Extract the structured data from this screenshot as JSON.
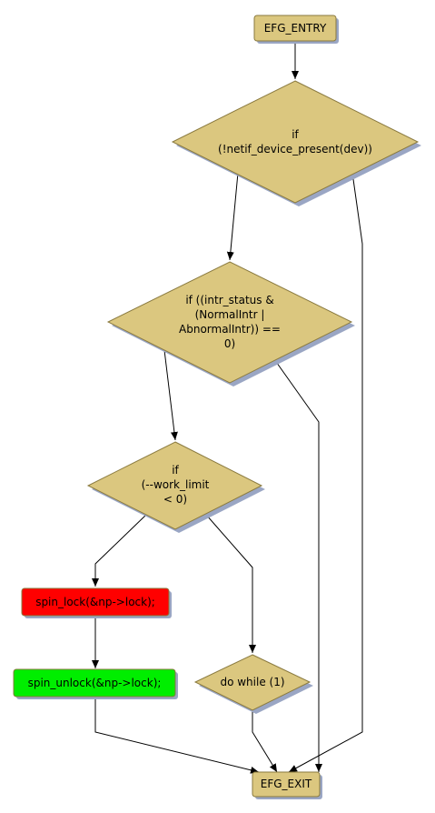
{
  "nodes": {
    "entry": {
      "label": "EFG_ENTRY"
    },
    "if1": {
      "lines": [
        "if",
        "(!netif_device_present(dev))"
      ]
    },
    "if2": {
      "lines": [
        "if ((intr_status &",
        "(NormalIntr |",
        "AbnormalIntr)) ==",
        "0)"
      ]
    },
    "if3": {
      "lines": [
        "if",
        "(--work_limit",
        "< 0)"
      ]
    },
    "spin_lock": {
      "label": "spin_lock(&np->lock);",
      "color": "#ff0000"
    },
    "spin_unlock": {
      "label": "spin_unlock(&np->lock);",
      "color": "#00ee00"
    },
    "do_while": {
      "label": "do while (1)"
    },
    "exit": {
      "label": "EFG_EXIT"
    }
  },
  "colors": {
    "node_fill": "#dbc77f",
    "shadow": "#9aa6c4"
  }
}
